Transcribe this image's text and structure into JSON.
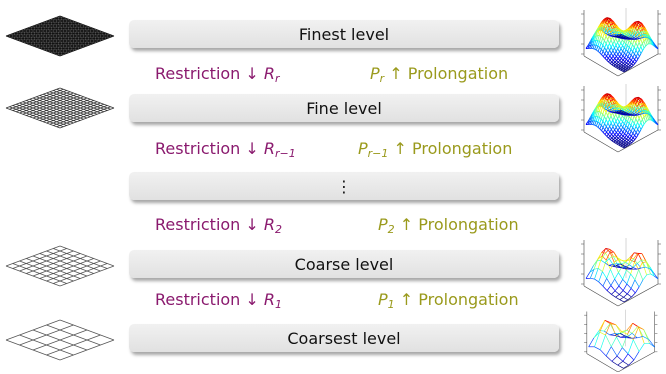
{
  "levels": [
    {
      "label": "Finest level"
    },
    {
      "label": "Fine level"
    },
    {
      "label": "⋮"
    },
    {
      "label": "Coarse level"
    },
    {
      "label": "Coarsest level"
    }
  ],
  "transfers": [
    {
      "restriction": "Restriction ↓",
      "r_sym": "R",
      "r_sub": "r",
      "p_sym": "P",
      "p_sub": "r",
      "prolongation": "↑ Prolongation"
    },
    {
      "restriction": "Restriction ↓",
      "r_sym": "R",
      "r_sub": "r−1",
      "p_sym": "P",
      "p_sub": "r−1",
      "prolongation": "↑ Prolongation"
    },
    {
      "restriction": "Restriction ↓",
      "r_sym": "R",
      "r_sub": "2",
      "p_sym": "P",
      "p_sub": "2",
      "prolongation": "↑ Prolongation"
    },
    {
      "restriction": "Restriction ↓",
      "r_sym": "R",
      "r_sub": "1",
      "p_sym": "P",
      "p_sub": "1",
      "prolongation": "↑ Prolongation"
    }
  ],
  "meshes": [
    {
      "divisions": 32,
      "color": "#111111"
    },
    {
      "divisions": 16,
      "color": "#333333"
    },
    {
      "divisions": 8,
      "color": "#555555"
    },
    {
      "divisions": 4,
      "color": "#555555"
    }
  ],
  "colors": {
    "restriction": "#8a1a6e",
    "prolongation": "#9a9a1c",
    "bar": "#e6e6e6"
  }
}
